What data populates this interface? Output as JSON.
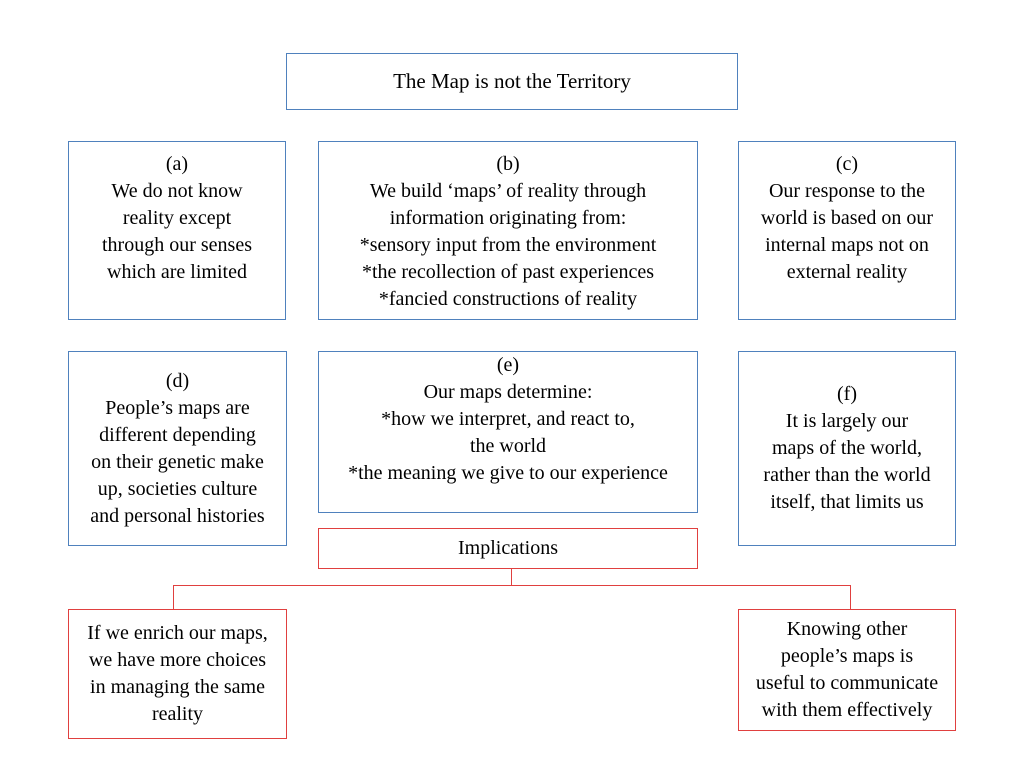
{
  "title": "The Map is not the Territory",
  "boxes": {
    "a": {
      "lines": [
        "(a)",
        "We do not know",
        "reality except",
        "through our senses",
        "which are limited"
      ]
    },
    "b": {
      "lines": [
        "(b)",
        "We build ‘maps’ of reality through",
        "information originating from:",
        "*sensory input from the environment",
        "*the recollection of past experiences",
        "*fancied constructions of reality"
      ]
    },
    "c": {
      "lines": [
        "(c)",
        "Our response to the",
        "world is based on our",
        "internal maps not on",
        "external reality"
      ]
    },
    "d": {
      "lines": [
        "(d)",
        "People’s maps are",
        "different depending",
        "on their genetic make",
        "up, societies culture",
        "and personal histories"
      ]
    },
    "e": {
      "lines": [
        "(e)",
        "Our maps determine:",
        "*how we interpret, and react to,",
        "the world",
        "*the meaning we give to our experience"
      ]
    },
    "f": {
      "lines": [
        "(f)",
        "It is largely our",
        "maps of the world,",
        "rather than the world",
        "itself, that limits us"
      ]
    }
  },
  "implications": "Implications",
  "outcomes": {
    "left": {
      "lines": [
        "If we enrich our maps,",
        "we have more choices",
        "in managing the same",
        "reality"
      ]
    },
    "right": {
      "lines": [
        "Knowing other",
        "people’s maps is",
        "useful to communicate",
        "with them effectively"
      ]
    }
  },
  "colors": {
    "blue_border": "#4f81bd",
    "red_border": "#e0403f"
  }
}
